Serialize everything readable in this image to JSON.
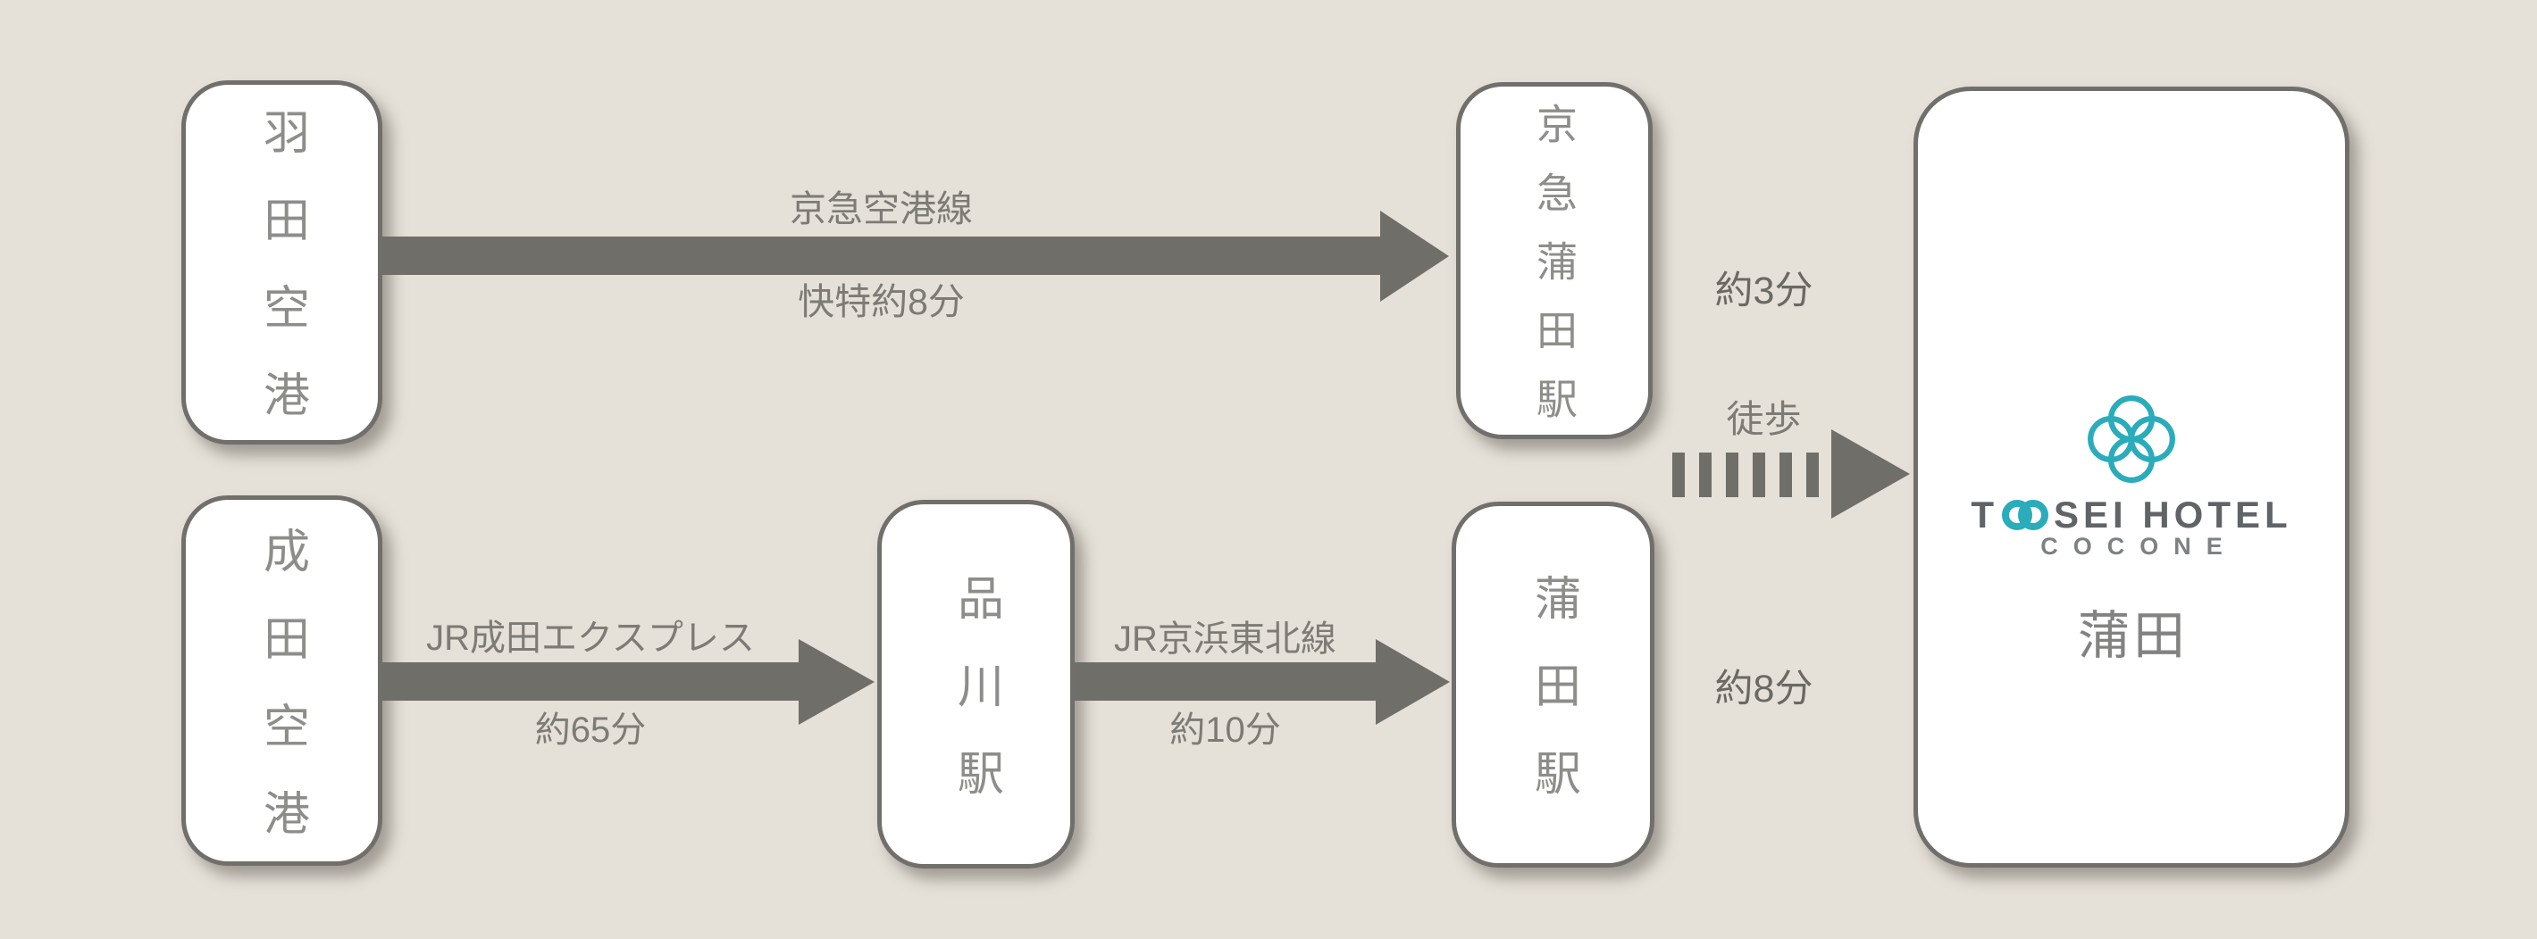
{
  "diagram_title": "Access route diagram to TOSEI HOTEL COCONE Kamata",
  "colors": {
    "background": "#e5e0d8",
    "arrow_gray": "#6f6e69",
    "box_border_gray": "#716f6b",
    "station_text_gray": "#8d8d8a",
    "brand_teal": "#2aacba",
    "brand_text_gray": "#606467"
  },
  "nodes": {
    "haneda": {
      "label": "羽田空港"
    },
    "keikyu_kamata": {
      "label": "京急蒲田駅"
    },
    "narita": {
      "label": "成田空港"
    },
    "shinagawa": {
      "label": "品川駅"
    },
    "kamata": {
      "label": "蒲田駅"
    }
  },
  "routes": {
    "haneda_to_keikyu_kamata": {
      "line": "京急空港線",
      "duration": "快特約8分"
    },
    "narita_to_shinagawa": {
      "line": "JR成田エクスプレス",
      "duration": "約65分"
    },
    "shinagawa_to_kamata": {
      "line": "JR京浜東北線",
      "duration": "約10分"
    },
    "keikyu_kamata_to_hotel": {
      "duration": "約3分",
      "mode": "徒歩"
    },
    "kamata_to_hotel": {
      "duration": "約8分"
    }
  },
  "hotel": {
    "brand_t": "T",
    "brand_rest": "SEI HOTEL",
    "sub_brand": "COCONE",
    "location": "蒲田"
  }
}
